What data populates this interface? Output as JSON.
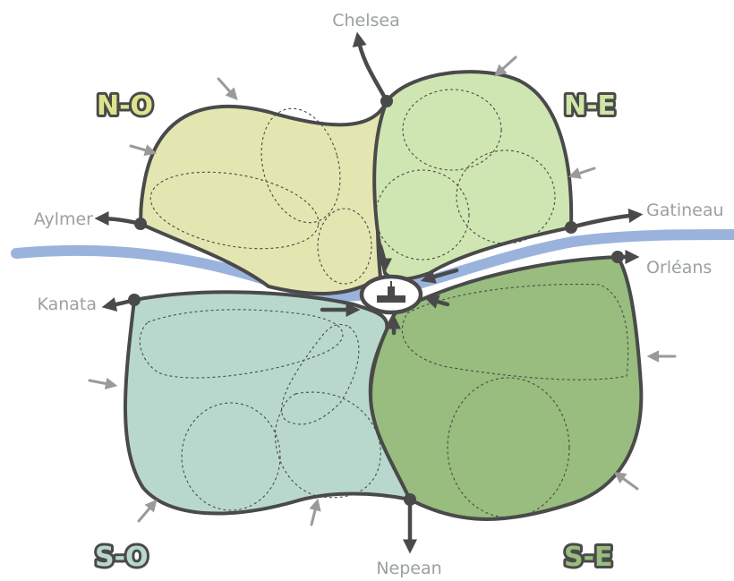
{
  "quadrants": {
    "nw": {
      "label": "N-O",
      "color": "#e3e6b0",
      "label_color": "#dde38c"
    },
    "ne": {
      "label": "N-E",
      "color": "#cfe6b3",
      "label_color": "#cfe6a6"
    },
    "sw": {
      "label": "S-O",
      "color": "#b9d8cd",
      "label_color": "#b9d8cd"
    },
    "se": {
      "label": "S-E",
      "color": "#98bd7e",
      "label_color": "#98bd7e"
    }
  },
  "cities": {
    "chelsea": "Chelsea",
    "aylmer": "Aylmer",
    "gatineau": "Gatineau",
    "orleans": "Orléans",
    "kanata": "Kanata",
    "nepean": "Nepean"
  },
  "colors": {
    "river": "#9ab3dc",
    "outline": "#4a4a4a",
    "arrow_gray": "#9a9a9a"
  },
  "icons": {
    "center": "parliament-icon"
  }
}
